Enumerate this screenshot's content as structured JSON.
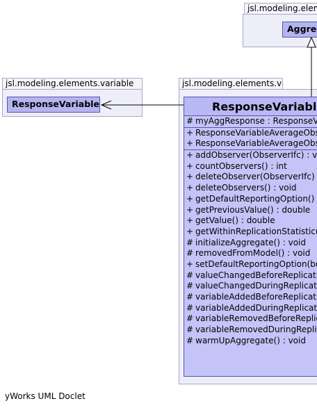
{
  "packages": {
    "top_right": "jsl.modeling.elements.variable",
    "left": "jsl.modeling.elements.variable",
    "main": "jsl.modeling.elements.variable"
  },
  "classes": {
    "aggregate": "Aggregate",
    "response_variable": "ResponseVariable",
    "main_title": "ResponseVariableAverageObserver"
  },
  "attributes": [
    {
      "vis": "#",
      "text": "myAggResponse : ResponseVariable"
    }
  ],
  "constructors": [
    {
      "vis": "+",
      "text": "ResponseVariableAverageObserver(String)"
    },
    {
      "vis": "+",
      "text": "ResponseVariableAverageObserver(String, double)"
    }
  ],
  "methods": [
    {
      "vis": "+",
      "text": "addObserver(ObserverIfc) : void"
    },
    {
      "vis": "+",
      "text": "countObservers() : int"
    },
    {
      "vis": "+",
      "text": "deleteObserver(ObserverIfc) : void"
    },
    {
      "vis": "+",
      "text": "deleteObservers() : void"
    },
    {
      "vis": "+",
      "text": "getDefaultReportingOption() : boolean"
    },
    {
      "vis": "+",
      "text": "getPreviousValue() : double"
    },
    {
      "vis": "+",
      "text": "getValue() : double"
    },
    {
      "vis": "+",
      "text": "getWithinReplicationStatistic() : StatisticAccessorIfc"
    },
    {
      "vis": "#",
      "text": "initializeAggregate() : void"
    },
    {
      "vis": "#",
      "text": "removedFromModel() : void"
    },
    {
      "vis": "+",
      "text": "setDefaultReportingOption(boolean) : void"
    },
    {
      "vis": "#",
      "text": "valueChangedBeforeReplication(ModelElementObserver) : void"
    },
    {
      "vis": "#",
      "text": "valueChangedDuringReplication(ModelElementObserver) : void"
    },
    {
      "vis": "#",
      "text": "variableAddedBeforeReplication(ModelElementObserver) : void"
    },
    {
      "vis": "#",
      "text": "variableAddedDuringReplication(ModelElementObserver) : void"
    },
    {
      "vis": "#",
      "text": "variableRemovedBeforeReplication(ModelElementObserver) : void"
    },
    {
      "vis": "#",
      "text": "variableRemovedDuringReplication(ModelElementObserver) : void"
    },
    {
      "vis": "#",
      "text": "warmUpAggregate() : void"
    }
  ],
  "footer": "yWorks UML Doclet"
}
